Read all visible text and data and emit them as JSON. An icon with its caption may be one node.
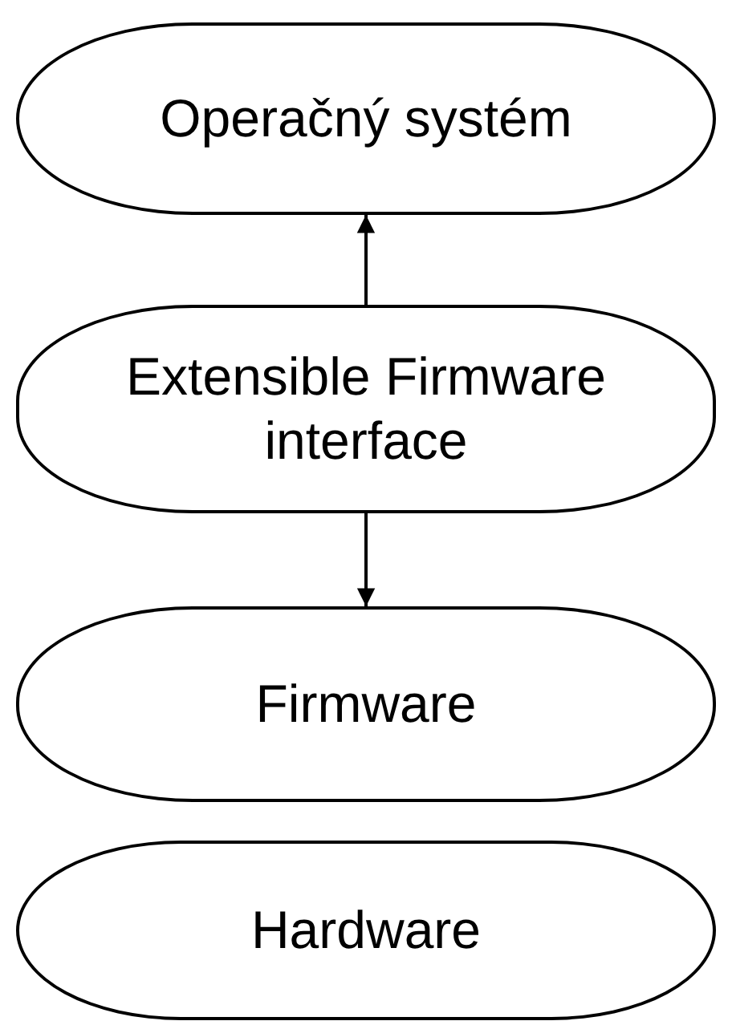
{
  "diagram": {
    "nodes": [
      {
        "text": [
          "Operačný systém"
        ]
      },
      {
        "text": [
          "Extensible Firmware interface"
        ]
      },
      {
        "text": [
          "Firmware"
        ]
      },
      {
        "text": [
          "Hardware"
        ]
      }
    ],
    "edges": [
      {
        "from": 1,
        "to": 0,
        "arrow": "to"
      },
      {
        "from": 1,
        "to": 2,
        "arrow": "to"
      }
    ]
  }
}
